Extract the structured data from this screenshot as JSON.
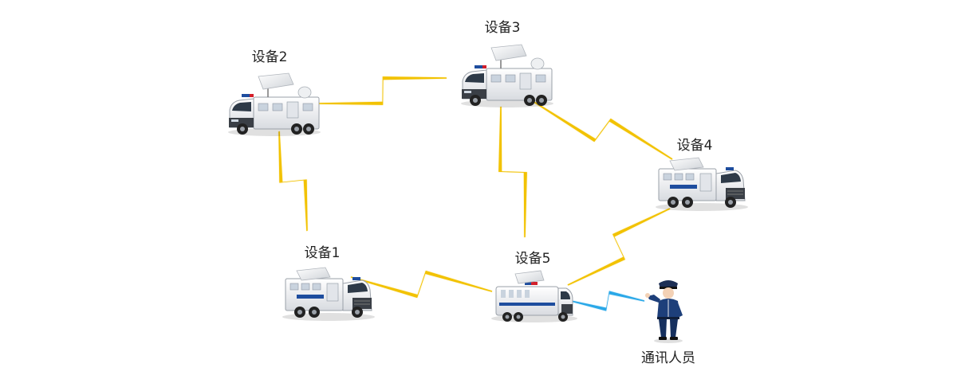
{
  "nodes": [
    {
      "id": "n1",
      "label": "设备1",
      "kind": "truck-long"
    },
    {
      "id": "n2",
      "label": "设备2",
      "kind": "truck-short"
    },
    {
      "id": "n3",
      "label": "设备3",
      "kind": "truck-short"
    },
    {
      "id": "n4",
      "label": "设备4",
      "kind": "truck-long"
    },
    {
      "id": "n5",
      "label": "设备5",
      "kind": "bus"
    },
    {
      "id": "op",
      "label": "通讯人员",
      "kind": "operator"
    }
  ],
  "links": [
    {
      "from": "n2",
      "to": "n3",
      "type": "wireless",
      "color": "#f2c200"
    },
    {
      "from": "n2",
      "to": "n1",
      "type": "wireless",
      "color": "#f2c200"
    },
    {
      "from": "n3",
      "to": "n4",
      "type": "wireless",
      "color": "#f2c200"
    },
    {
      "from": "n3",
      "to": "n5",
      "type": "wireless",
      "color": "#f2c200"
    },
    {
      "from": "n1",
      "to": "n5",
      "type": "wireless",
      "color": "#f2c200"
    },
    {
      "from": "n4",
      "to": "n5",
      "type": "wireless",
      "color": "#f2c200"
    },
    {
      "from": "n5",
      "to": "op",
      "type": "wireless",
      "color": "#2aa8e8"
    }
  ],
  "colors": {
    "link_primary": "#f2c200",
    "link_operator": "#2aa8e8",
    "vehicle_body": "#f4f5f7",
    "vehicle_stripe": "#1e4d9e",
    "uniform": "#1d3f7a"
  }
}
